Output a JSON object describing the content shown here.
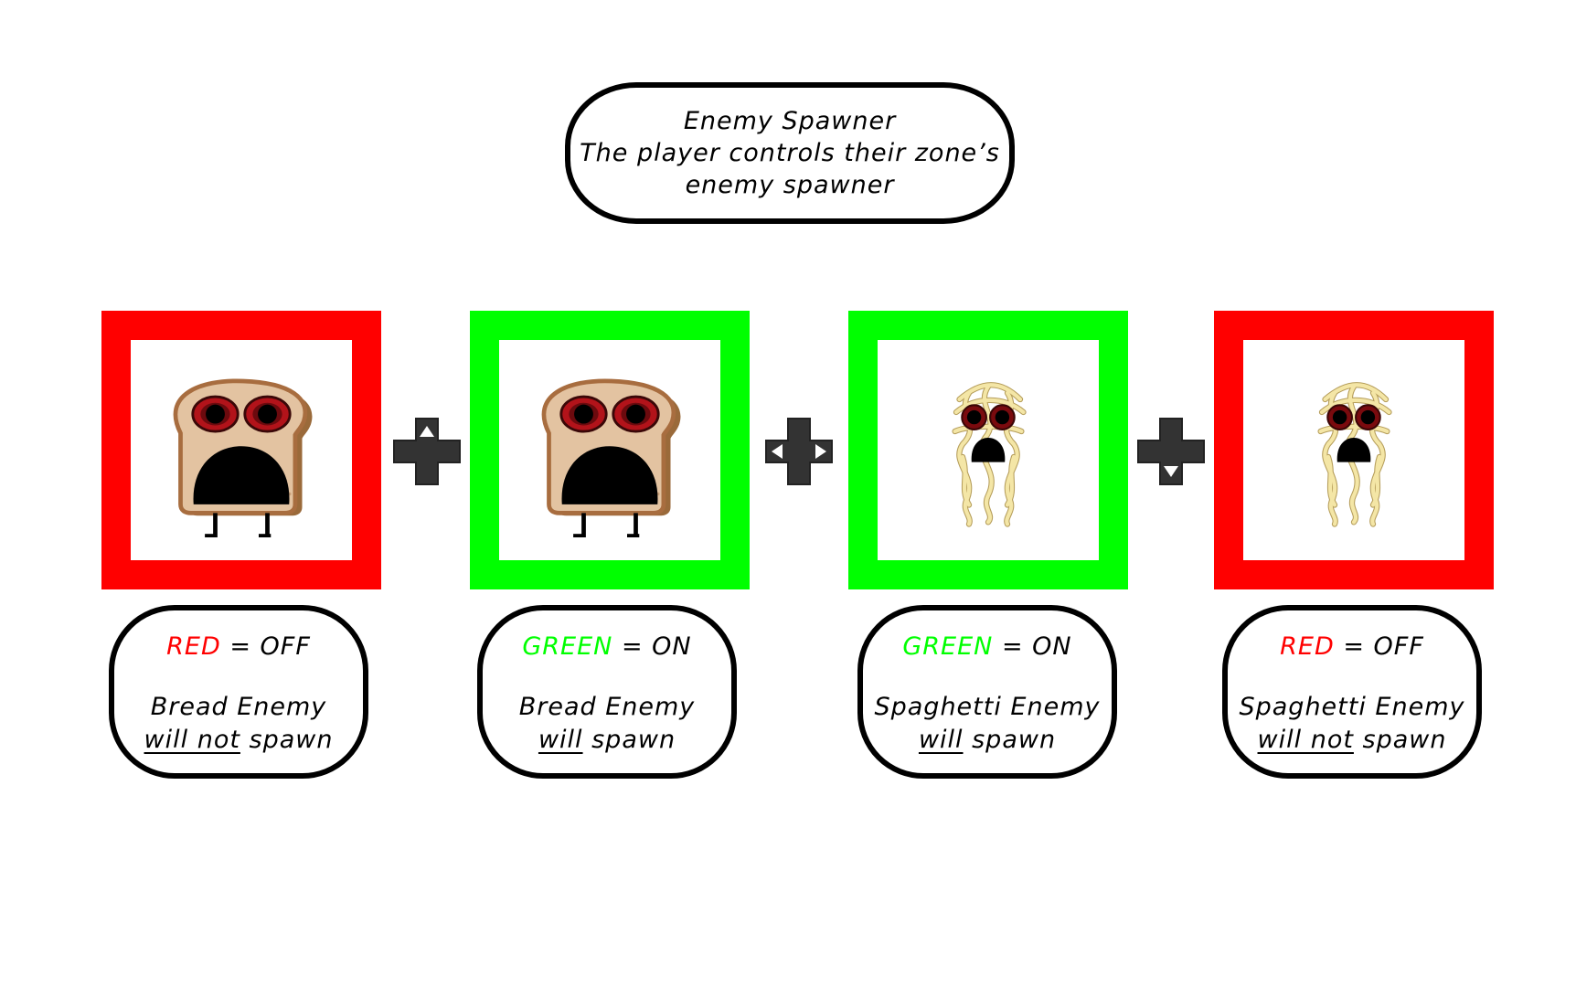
{
  "title": {
    "line1": "Enemy Spawner",
    "line2": "The player controls their zone’s",
    "line3": "enemy spawner"
  },
  "colors": {
    "red": "#ff0000",
    "green": "#00ff00",
    "dpad": "#333333"
  },
  "spawners": [
    {
      "frame_color": "red",
      "enemy": "bread",
      "state_word": "RED",
      "state_rest": " = OFF",
      "enemy_name": "Bread Enemy",
      "spawn_underlined": "will not",
      "spawn_rest": " spawn"
    },
    {
      "frame_color": "green",
      "enemy": "bread",
      "state_word": "GREEN",
      "state_rest": " = ON",
      "enemy_name": "Bread Enemy",
      "spawn_underlined": "will",
      "spawn_rest": " spawn"
    },
    {
      "frame_color": "green",
      "enemy": "spaghetti",
      "state_word": "GREEN",
      "state_rest": " = ON",
      "enemy_name": "Spaghetti Enemy",
      "spawn_underlined": "will",
      "spawn_rest": " spawn"
    },
    {
      "frame_color": "red",
      "enemy": "spaghetti",
      "state_word": "RED",
      "state_rest": " = OFF",
      "enemy_name": "Spaghetti Enemy",
      "spawn_underlined": "will not",
      "spawn_rest": " spawn"
    }
  ],
  "dpads": [
    {
      "icon": "dpad-up-icon",
      "highlight": "up"
    },
    {
      "icon": "dpad-left-right-icon",
      "highlight": "left-right"
    },
    {
      "icon": "dpad-down-icon",
      "highlight": "down"
    }
  ]
}
